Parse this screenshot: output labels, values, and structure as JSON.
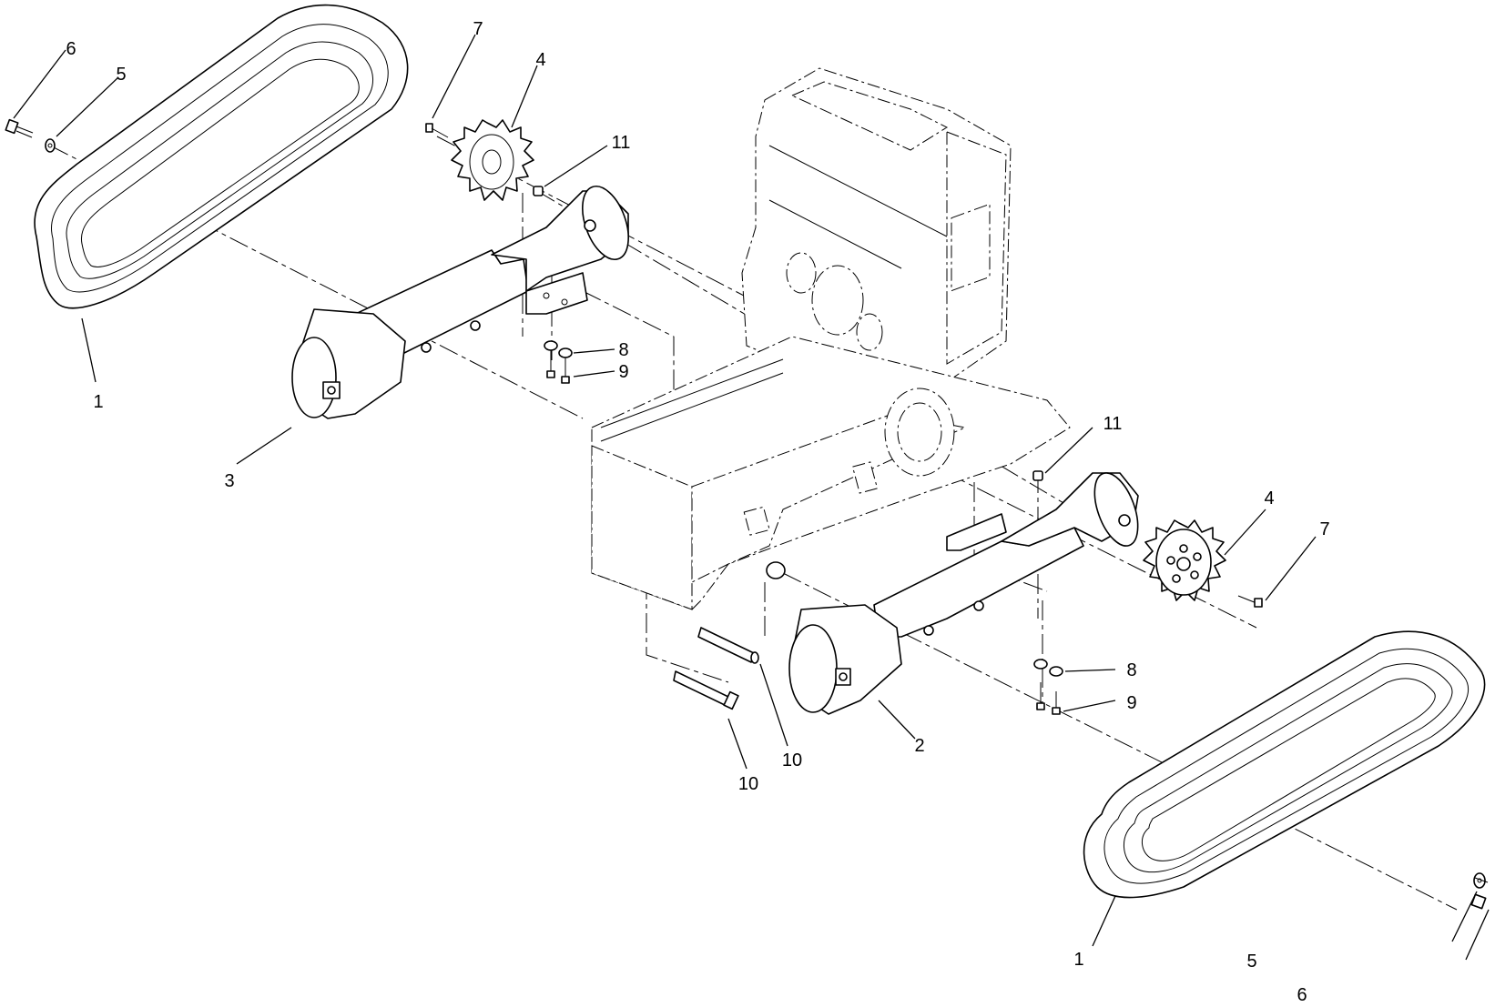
{
  "callouts": [
    {
      "id": "1-left",
      "label": "1"
    },
    {
      "id": "1-right",
      "label": "1"
    },
    {
      "id": "2",
      "label": "2"
    },
    {
      "id": "3",
      "label": "3"
    },
    {
      "id": "4-left",
      "label": "4"
    },
    {
      "id": "4-right",
      "label": "4"
    },
    {
      "id": "5-left",
      "label": "5"
    },
    {
      "id": "5-right",
      "label": "5"
    },
    {
      "id": "6-left",
      "label": "6"
    },
    {
      "id": "6-right",
      "label": "6"
    },
    {
      "id": "7-left",
      "label": "7"
    },
    {
      "id": "7-right",
      "label": "7"
    },
    {
      "id": "8-left",
      "label": "8"
    },
    {
      "id": "8-right",
      "label": "8"
    },
    {
      "id": "9-left",
      "label": "9"
    },
    {
      "id": "9-right",
      "label": "9"
    },
    {
      "id": "10-left",
      "label": "10"
    },
    {
      "id": "10-right",
      "label": "10"
    },
    {
      "id": "11-left",
      "label": "11"
    },
    {
      "id": "11-right",
      "label": "11"
    }
  ],
  "colors": {
    "line": "#000000",
    "background": "#ffffff"
  }
}
